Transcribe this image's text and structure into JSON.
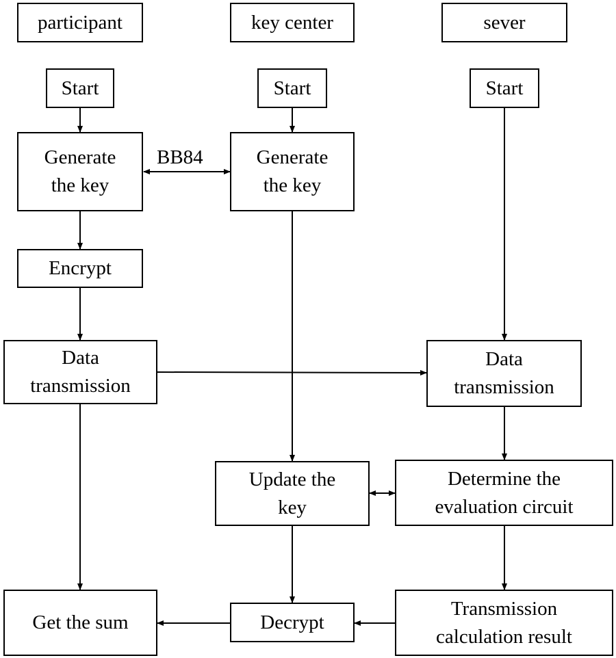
{
  "lanes": {
    "participant": "participant",
    "key_center": "key center",
    "server": "sever"
  },
  "participant": {
    "start": "Start",
    "generate_key": "Generate the key",
    "encrypt": "Encrypt",
    "data_transmission": "Data transmission",
    "get_sum": "Get the sum"
  },
  "key_center": {
    "start": "Start",
    "generate_key": "Generate the key",
    "update_key": "Update the key",
    "decrypt": "Decrypt"
  },
  "server": {
    "start": "Start",
    "data_transmission": "Data transmission",
    "determine_circuit": "Determine the evaluation circuit",
    "transmission_result": "Transmission calculation result"
  },
  "edges": {
    "bb84": "BB84"
  }
}
